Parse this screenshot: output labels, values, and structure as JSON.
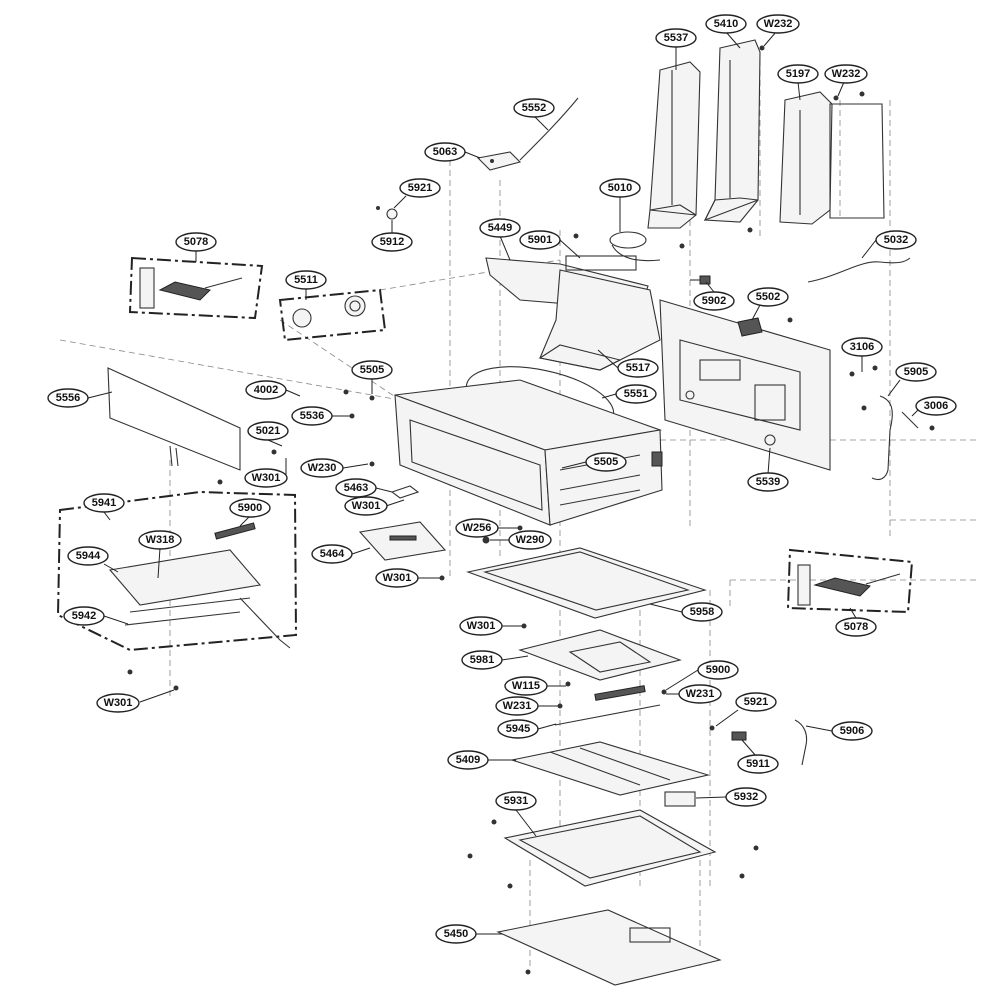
{
  "diagram": {
    "callouts": [
      {
        "id": "c5537",
        "label": "5537"
      },
      {
        "id": "c5410",
        "label": "5410"
      },
      {
        "id": "cW232a",
        "label": "W232"
      },
      {
        "id": "c5197",
        "label": "5197"
      },
      {
        "id": "cW232b",
        "label": "W232"
      },
      {
        "id": "c5552",
        "label": "5552"
      },
      {
        "id": "c5063",
        "label": "5063"
      },
      {
        "id": "c5921a",
        "label": "5921"
      },
      {
        "id": "c5912",
        "label": "5912"
      },
      {
        "id": "c5010",
        "label": "5010"
      },
      {
        "id": "c5449",
        "label": "5449"
      },
      {
        "id": "c5901",
        "label": "5901"
      },
      {
        "id": "c5032",
        "label": "5032"
      },
      {
        "id": "c5078a",
        "label": "5078"
      },
      {
        "id": "c5511",
        "label": "5511"
      },
      {
        "id": "c5902",
        "label": "5902"
      },
      {
        "id": "c5502",
        "label": "5502"
      },
      {
        "id": "c5517",
        "label": "5517"
      },
      {
        "id": "c3106",
        "label": "3106"
      },
      {
        "id": "c5505a",
        "label": "5505"
      },
      {
        "id": "c4002",
        "label": "4002"
      },
      {
        "id": "c5556",
        "label": "5556"
      },
      {
        "id": "c5551",
        "label": "5551"
      },
      {
        "id": "c5905",
        "label": "5905"
      },
      {
        "id": "c3006",
        "label": "3006"
      },
      {
        "id": "c5536",
        "label": "5536"
      },
      {
        "id": "c5021",
        "label": "5021"
      },
      {
        "id": "cW230",
        "label": "W230"
      },
      {
        "id": "c5505b",
        "label": "5505"
      },
      {
        "id": "c5539",
        "label": "5539"
      },
      {
        "id": "cW301a",
        "label": "W301"
      },
      {
        "id": "c5463",
        "label": "5463"
      },
      {
        "id": "cW301b",
        "label": "W301"
      },
      {
        "id": "c5941",
        "label": "5941"
      },
      {
        "id": "c5900a",
        "label": "5900"
      },
      {
        "id": "cW256",
        "label": "W256"
      },
      {
        "id": "cW290",
        "label": "W290"
      },
      {
        "id": "cW318",
        "label": "W318"
      },
      {
        "id": "c5944",
        "label": "5944"
      },
      {
        "id": "c5464",
        "label": "5464"
      },
      {
        "id": "cW301c",
        "label": "W301"
      },
      {
        "id": "c5078b",
        "label": "5078"
      },
      {
        "id": "c5958",
        "label": "5958"
      },
      {
        "id": "c5942",
        "label": "5942"
      },
      {
        "id": "cW301d",
        "label": "W301"
      },
      {
        "id": "c5981",
        "label": "5981"
      },
      {
        "id": "c5900b",
        "label": "5900"
      },
      {
        "id": "cW115",
        "label": "W115"
      },
      {
        "id": "cW231a",
        "label": "W231"
      },
      {
        "id": "cW301e",
        "label": "W301"
      },
      {
        "id": "cW231b",
        "label": "W231"
      },
      {
        "id": "c5921b",
        "label": "5921"
      },
      {
        "id": "c5945",
        "label": "5945"
      },
      {
        "id": "c5906",
        "label": "5906"
      },
      {
        "id": "c5409",
        "label": "5409"
      },
      {
        "id": "c5911",
        "label": "5911"
      },
      {
        "id": "c5931",
        "label": "5931"
      },
      {
        "id": "c5932",
        "label": "5932"
      },
      {
        "id": "c5450",
        "label": "5450"
      }
    ]
  }
}
